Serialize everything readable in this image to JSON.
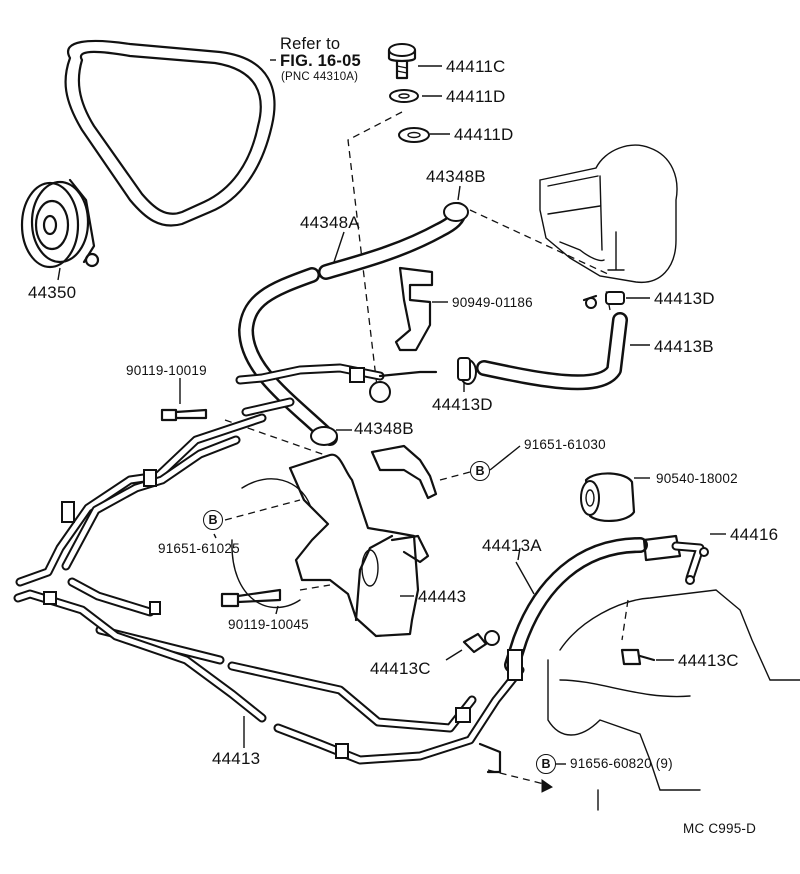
{
  "reference": {
    "line1": "Refer to",
    "line2": "FIG. 16-05",
    "line3": "(PNC 44310A)"
  },
  "callouts": {
    "p44411c": "44411C",
    "p44411d_a": "44411D",
    "p44411d_b": "44411D",
    "p44348b_top": "44348B",
    "p44348a": "44348A",
    "p90949": "90949-01186",
    "p44413d_right": "44413D",
    "p44413b": "44413B",
    "p44350": "44350",
    "p90119_10019": "90119-10019",
    "p44413d_bottom": "44413D",
    "p44348b_mid": "44348B",
    "p91651_61030": "91651-61030",
    "p90540": "90540-18002",
    "p44416": "44416",
    "p44413a": "44413A",
    "p91651_61025": "91651-61025",
    "p44443": "44443",
    "p90119_10045": "90119-10045",
    "p44413c_left": "44413C",
    "p44413c_right": "44413C",
    "p44413": "44413",
    "p91656": "91656-60820 (9)"
  },
  "bolt_marker": {
    "letter": "B"
  },
  "footer": {
    "code": "MC  C995-D"
  }
}
